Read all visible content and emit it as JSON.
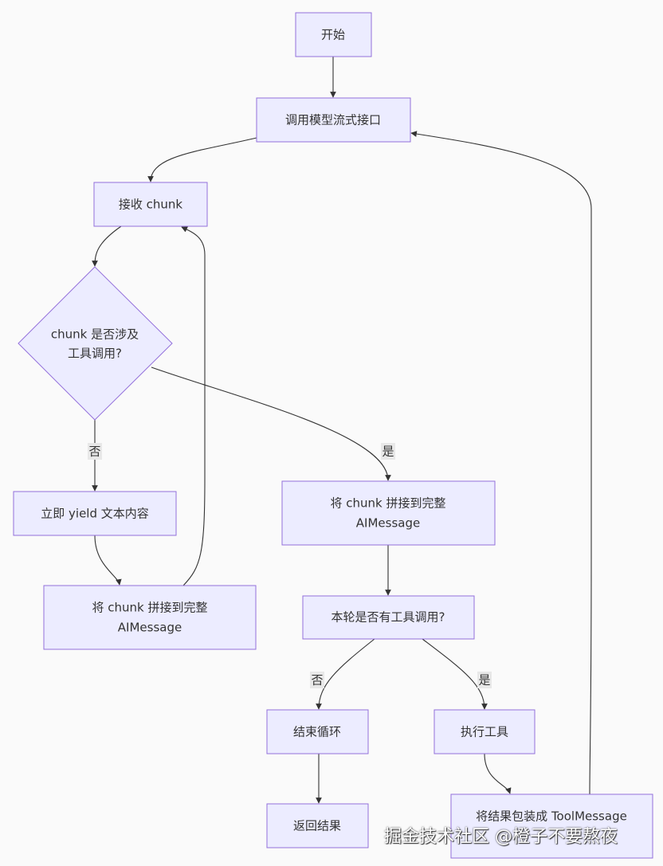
{
  "colors": {
    "node_fill": "#ECECFF",
    "node_stroke": "#9370DB",
    "edge": "#333333"
  },
  "nodes": {
    "start": "开始",
    "call_model": "调用模型流式接口",
    "receive_chunk": "接收 chunk",
    "is_tool_chunk": [
      "chunk 是否涉及",
      "工具调用?"
    ],
    "yield_text": "立即 yield 文本内容",
    "concat_left": [
      "将 chunk 拼接到完整",
      "AIMessage"
    ],
    "concat_right": [
      "将 chunk 拼接到完整",
      "AIMessage"
    ],
    "has_tool_calls": "本轮是否有工具调用?",
    "end_loop": "结束循环",
    "execute_tool": "执行工具",
    "return_result": "返回结果",
    "wrap_result": "将结果包装成 ToolMessage"
  },
  "edge_labels": {
    "no1": "否",
    "yes1": "是",
    "no2": "否",
    "yes2": "是"
  },
  "watermark": "掘金技术社区 @橙子不要熬夜"
}
